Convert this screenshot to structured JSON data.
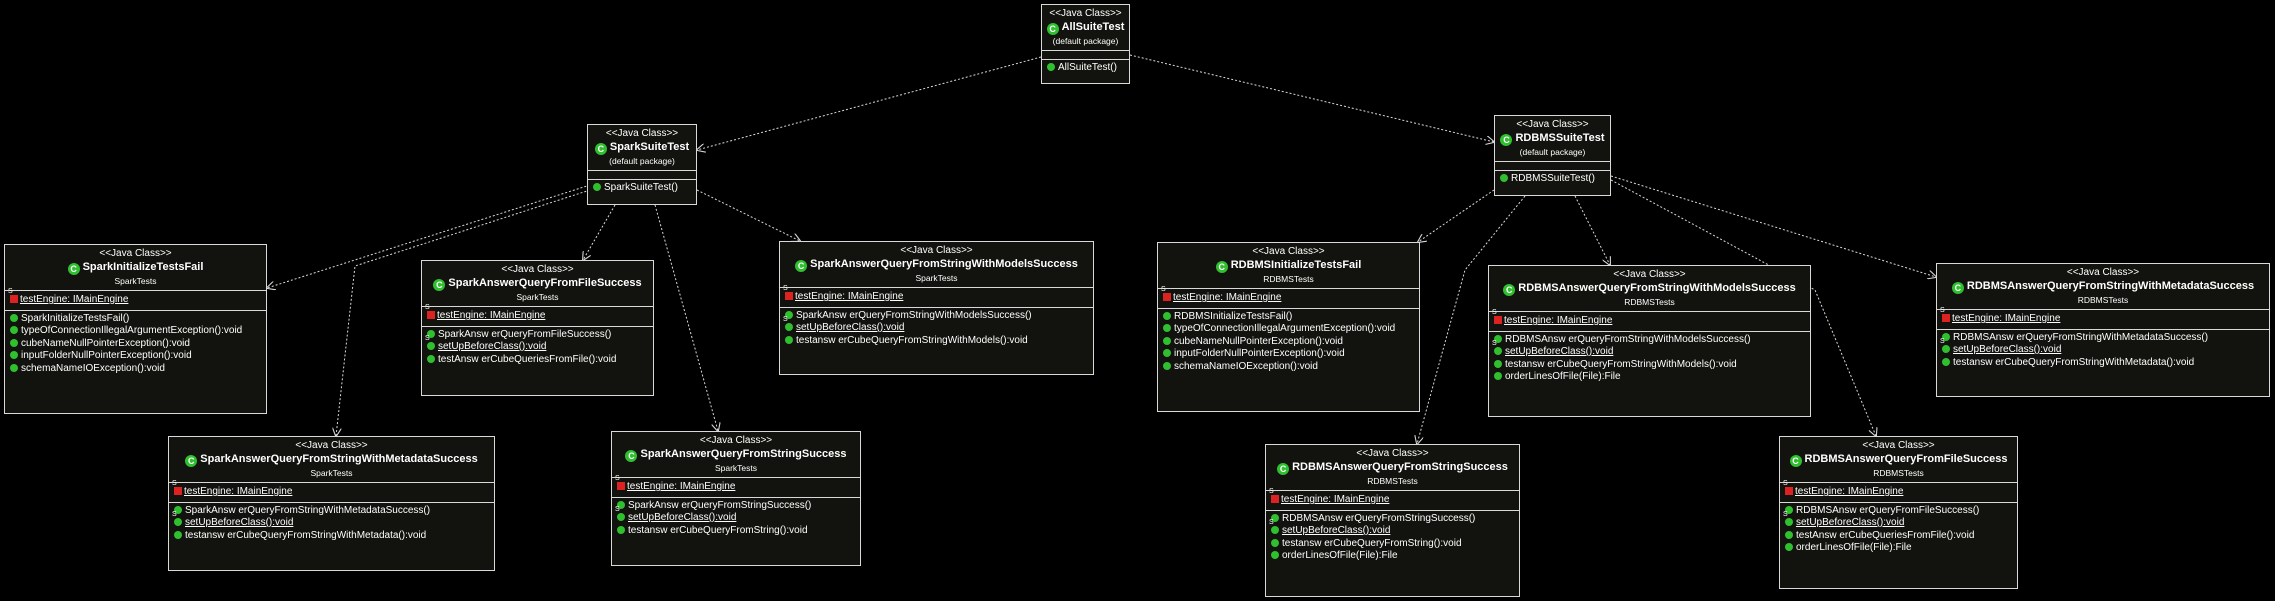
{
  "colors": {
    "background": "#000000",
    "box_fill": "#12120e",
    "border": "#d9d9d9",
    "class_icon": "#2fbf2f",
    "field_icon": "#dd2222",
    "method_icon": "#2fbf2f"
  },
  "classes": [
    {
      "id": "AllSuiteTest",
      "stereotype": "<<Java Class>>",
      "name": "AllSuiteTest",
      "package": "(default package)",
      "fields": [],
      "methods": [
        {
          "text": "AllSuiteTest()",
          "static": false
        }
      ]
    },
    {
      "id": "SparkSuiteTest",
      "stereotype": "<<Java Class>>",
      "name": "SparkSuiteTest",
      "package": "(default package)",
      "fields": [],
      "methods": [
        {
          "text": "SparkSuiteTest()",
          "static": false
        }
      ]
    },
    {
      "id": "RDBMSSuiteTest",
      "stereotype": "<<Java Class>>",
      "name": "RDBMSSuiteTest",
      "package": "(default package)",
      "fields": [],
      "methods": [
        {
          "text": "RDBMSSuiteTest()",
          "static": false
        }
      ]
    },
    {
      "id": "SparkInitializeTestsFail",
      "stereotype": "<<Java Class>>",
      "name": "SparkInitializeTestsFail",
      "package": "SparkTests",
      "fields": [
        {
          "text": "testEngine: IMainEngine",
          "static": true
        }
      ],
      "methods": [
        {
          "text": "SparkInitializeTestsFail()",
          "static": false
        },
        {
          "text": "typeOfConnectionIllegalArgumentException():void",
          "static": false
        },
        {
          "text": "cubeNameNullPointerException():void",
          "static": false
        },
        {
          "text": "inputFolderNullPointerException():void",
          "static": false
        },
        {
          "text": "schemaNameIOException():void",
          "static": false
        }
      ]
    },
    {
      "id": "SparkAnswerQueryFromFileSuccess",
      "stereotype": "<<Java Class>>",
      "name": "SparkAnswerQueryFromFileSuccess",
      "package": "SparkTests",
      "fields": [
        {
          "text": "testEngine: IMainEngine",
          "static": true
        }
      ],
      "methods": [
        {
          "text": "SparkAnsw erQueryFromFileSuccess()",
          "static": false
        },
        {
          "text": "setUpBeforeClass():void",
          "static": true
        },
        {
          "text": "testAnsw erCubeQueriesFromFile():void",
          "static": false
        }
      ]
    },
    {
      "id": "SparkAnswerQueryFromStringWithModelsSuccess",
      "stereotype": "<<Java Class>>",
      "name": "SparkAnswerQueryFromStringWithModelsSuccess",
      "package": "SparkTests",
      "fields": [
        {
          "text": "testEngine: IMainEngine",
          "static": true
        }
      ],
      "methods": [
        {
          "text": "SparkAnsw erQueryFromStringWithModelsSuccess()",
          "static": false
        },
        {
          "text": "setUpBeforeClass():void",
          "static": true
        },
        {
          "text": "testansw erCubeQueryFromStringWithModels():void",
          "static": false
        }
      ]
    },
    {
      "id": "SparkAnswerQueryFromStringWithMetadataSuccess",
      "stereotype": "<<Java Class>>",
      "name": "SparkAnswerQueryFromStringWithMetadataSuccess",
      "package": "SparkTests",
      "fields": [
        {
          "text": "testEngine: IMainEngine",
          "static": true
        }
      ],
      "methods": [
        {
          "text": "SparkAnsw erQueryFromStringWithMetadataSuccess()",
          "static": false
        },
        {
          "text": "setUpBeforeClass():void",
          "static": true
        },
        {
          "text": "testansw erCubeQueryFromStringWithMetadata():void",
          "static": false
        }
      ]
    },
    {
      "id": "SparkAnswerQueryFromStringSuccess",
      "stereotype": "<<Java Class>>",
      "name": "SparkAnswerQueryFromStringSuccess",
      "package": "SparkTests",
      "fields": [
        {
          "text": "testEngine: IMainEngine",
          "static": true
        }
      ],
      "methods": [
        {
          "text": "SparkAnsw erQueryFromStringSuccess()",
          "static": false
        },
        {
          "text": "setUpBeforeClass():void",
          "static": true
        },
        {
          "text": "testansw erCubeQueryFromString():void",
          "static": false
        }
      ]
    },
    {
      "id": "RDBMSInitializeTestsFail",
      "stereotype": "<<Java Class>>",
      "name": "RDBMSInitializeTestsFail",
      "package": "RDBMSTests",
      "fields": [
        {
          "text": "testEngine: IMainEngine",
          "static": true
        }
      ],
      "methods": [
        {
          "text": "RDBMSInitializeTestsFail()",
          "static": false
        },
        {
          "text": "typeOfConnectionIllegalArgumentException():void",
          "static": false
        },
        {
          "text": "cubeNameNullPointerException():void",
          "static": false
        },
        {
          "text": "inputFolderNullPointerException():void",
          "static": false
        },
        {
          "text": "schemaNameIOException():void",
          "static": false
        }
      ]
    },
    {
      "id": "RDBMSAnswerQueryFromStringWithModelsSuccess",
      "stereotype": "<<Java Class>>",
      "name": "RDBMSAnswerQueryFromStringWithModelsSuccess",
      "package": "RDBMSTests",
      "fields": [
        {
          "text": "testEngine: IMainEngine",
          "static": true
        }
      ],
      "methods": [
        {
          "text": "RDBMSAnsw erQueryFromStringWithModelsSuccess()",
          "static": false
        },
        {
          "text": "setUpBeforeClass():void",
          "static": true
        },
        {
          "text": "testansw erCubeQueryFromStringWithModels():void",
          "static": false
        },
        {
          "text": "orderLinesOfFile(File):File",
          "static": false
        }
      ]
    },
    {
      "id": "RDBMSAnswerQueryFromStringWithMetadataSuccess",
      "stereotype": "<<Java Class>>",
      "name": "RDBMSAnswerQueryFromStringWithMetadataSuccess",
      "package": "RDBMSTests",
      "fields": [
        {
          "text": "testEngine: IMainEngine",
          "static": true
        }
      ],
      "methods": [
        {
          "text": "RDBMSAnsw erQueryFromStringWithMetadataSuccess()",
          "static": false
        },
        {
          "text": "setUpBeforeClass():void",
          "static": true
        },
        {
          "text": "testansw erCubeQueryFromStringWithMetadata():void",
          "static": false
        }
      ]
    },
    {
      "id": "RDBMSAnswerQueryFromStringSuccess",
      "stereotype": "<<Java Class>>",
      "name": "RDBMSAnswerQueryFromStringSuccess",
      "package": "RDBMSTests",
      "fields": [
        {
          "text": "testEngine: IMainEngine",
          "static": true
        }
      ],
      "methods": [
        {
          "text": "RDBMSAnsw erQueryFromStringSuccess()",
          "static": false
        },
        {
          "text": "setUpBeforeClass():void",
          "static": true
        },
        {
          "text": "testansw erCubeQueryFromString():void",
          "static": false
        },
        {
          "text": "orderLinesOfFile(File):File",
          "static": false
        }
      ]
    },
    {
      "id": "RDBMSAnswerQueryFromFileSuccess",
      "stereotype": "<<Java Class>>",
      "name": "RDBMSAnswerQueryFromFileSuccess",
      "package": "RDBMSTests",
      "fields": [
        {
          "text": "testEngine: IMainEngine",
          "static": true
        }
      ],
      "methods": [
        {
          "text": "RDBMSAnsw erQueryFromFileSuccess()",
          "static": false
        },
        {
          "text": "setUpBeforeClass():void",
          "static": true
        },
        {
          "text": "testAnsw erCubeQueriesFromFile():void",
          "static": false
        },
        {
          "text": "orderLinesOfFile(File):File",
          "static": false
        }
      ]
    }
  ],
  "edges": [
    {
      "from": "AllSuiteTest",
      "to": "SparkSuiteTest"
    },
    {
      "from": "AllSuiteTest",
      "to": "RDBMSSuiteTest"
    },
    {
      "from": "SparkSuiteTest",
      "to": "SparkInitializeTestsFail"
    },
    {
      "from": "SparkSuiteTest",
      "to": "SparkAnswerQueryFromFileSuccess"
    },
    {
      "from": "SparkSuiteTest",
      "to": "SparkAnswerQueryFromStringWithModelsSuccess"
    },
    {
      "from": "SparkSuiteTest",
      "to": "SparkAnswerQueryFromStringWithMetadataSuccess"
    },
    {
      "from": "SparkSuiteTest",
      "to": "SparkAnswerQueryFromStringSuccess"
    },
    {
      "from": "RDBMSSuiteTest",
      "to": "RDBMSInitializeTestsFail"
    },
    {
      "from": "RDBMSSuiteTest",
      "to": "RDBMSAnswerQueryFromStringWithModelsSuccess"
    },
    {
      "from": "RDBMSSuiteTest",
      "to": "RDBMSAnswerQueryFromStringWithMetadataSuccess"
    },
    {
      "from": "RDBMSSuiteTest",
      "to": "RDBMSAnswerQueryFromStringSuccess"
    },
    {
      "from": "RDBMSSuiteTest",
      "to": "RDBMSAnswerQueryFromFileSuccess"
    }
  ]
}
